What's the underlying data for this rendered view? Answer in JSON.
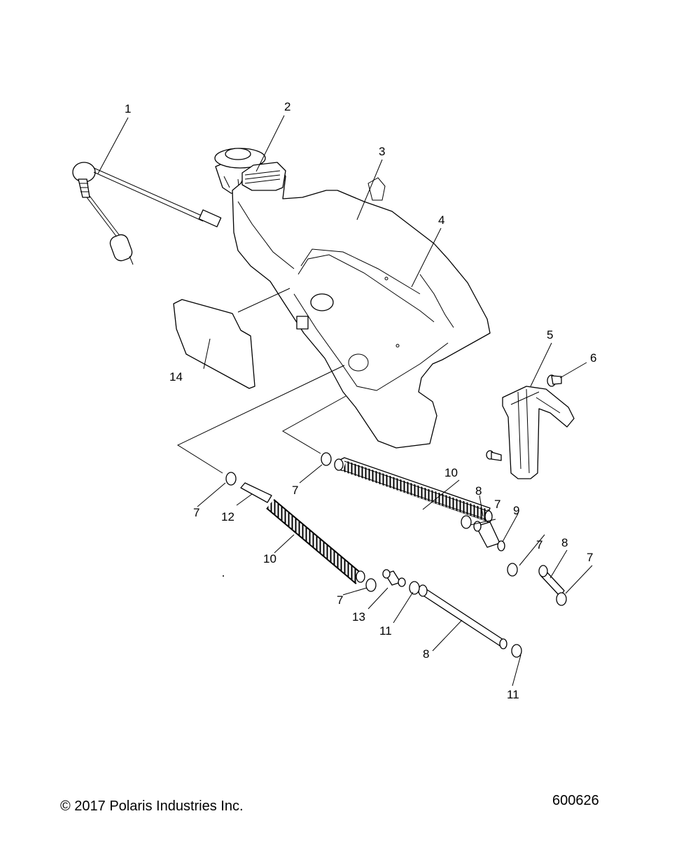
{
  "callouts": [
    {
      "id": "c1",
      "label": "1"
    },
    {
      "id": "c2",
      "label": "2"
    },
    {
      "id": "c3",
      "label": "3"
    },
    {
      "id": "c4",
      "label": "4"
    },
    {
      "id": "c5",
      "label": "5"
    },
    {
      "id": "c6",
      "label": "6"
    },
    {
      "id": "c7a",
      "label": "7"
    },
    {
      "id": "c7b",
      "label": "7"
    },
    {
      "id": "c7c",
      "label": "7"
    },
    {
      "id": "c7d",
      "label": "7"
    },
    {
      "id": "c7e",
      "label": "7"
    },
    {
      "id": "c7f",
      "label": "7"
    },
    {
      "id": "c8a",
      "label": "8"
    },
    {
      "id": "c8b",
      "label": "8"
    },
    {
      "id": "c8c",
      "label": "8"
    },
    {
      "id": "c9",
      "label": "9"
    },
    {
      "id": "c10a",
      "label": "10"
    },
    {
      "id": "c10b",
      "label": "10"
    },
    {
      "id": "c11a",
      "label": "11"
    },
    {
      "id": "c11b",
      "label": "11"
    },
    {
      "id": "c12",
      "label": "12"
    },
    {
      "id": "c13",
      "label": "13"
    },
    {
      "id": "c14",
      "label": "14"
    }
  ],
  "footer": {
    "copyright": "© 2017 Polaris Industries Inc.",
    "diagram_number": "600626"
  }
}
